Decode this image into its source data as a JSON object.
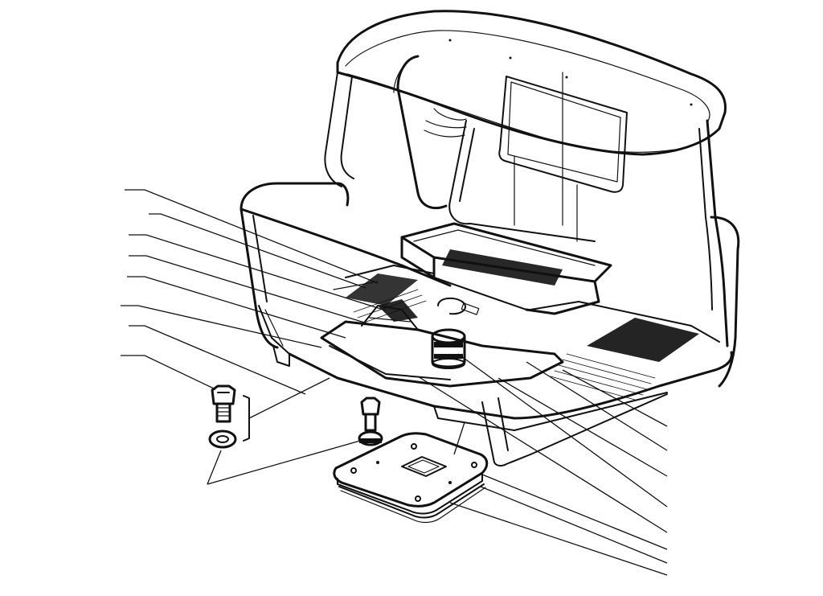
{
  "figure": {
    "subject": "truck-cab-mounting-exploded-view",
    "ink_color": "#111111",
    "paper_color": "#ffffff",
    "leaders": {
      "left": [
        "callout-left-1",
        "callout-left-2",
        "callout-left-3",
        "callout-left-4",
        "callout-left-5",
        "callout-left-6",
        "callout-left-7",
        "callout-left-8"
      ],
      "right": [
        "callout-right-1",
        "callout-right-2",
        "callout-right-3",
        "callout-right-4",
        "callout-right-5",
        "callout-right-6",
        "callout-right-7",
        "callout-right-8"
      ]
    }
  }
}
